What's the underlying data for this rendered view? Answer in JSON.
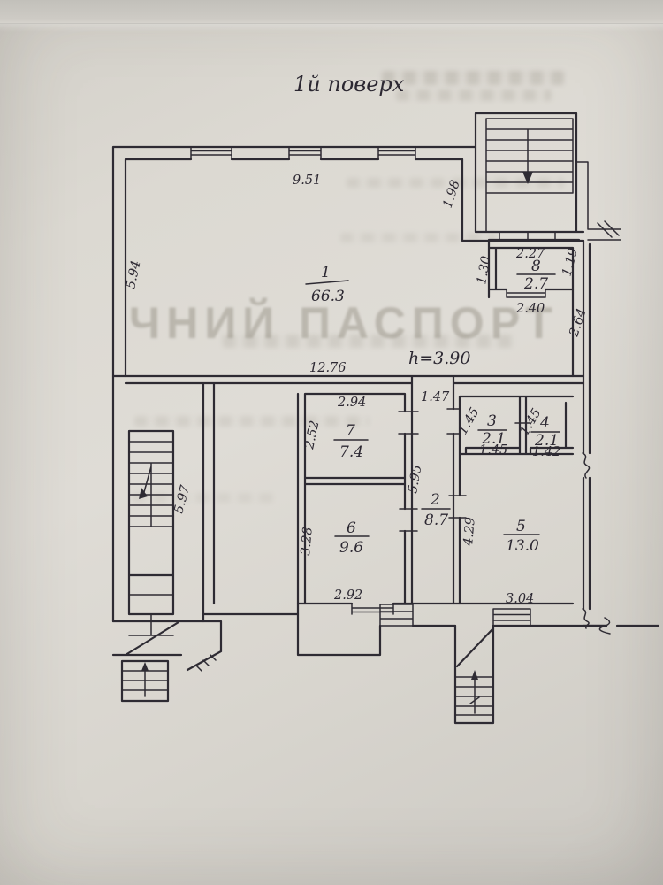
{
  "document": {
    "floor_title": "1й поверх",
    "watermark": "ЧНИЙ ПАСПОРТ",
    "height_note": "h=3.90"
  },
  "rooms": [
    {
      "number": "1",
      "area": "66.3"
    },
    {
      "number": "2",
      "area": "8.7"
    },
    {
      "number": "3",
      "area": "2.1"
    },
    {
      "number": "4",
      "area": "2.1"
    },
    {
      "number": "5",
      "area": "13.0"
    },
    {
      "number": "6",
      "area": "9.6"
    },
    {
      "number": "7",
      "area": "7.4"
    },
    {
      "number": "8",
      "area": "2.7"
    }
  ],
  "dimensions": {
    "top_wall": "9.51",
    "upper_passage": "1.98",
    "left_wall": "5.94",
    "room1_width": "12.76",
    "room8_top": "2.27",
    "room8_bottom": "2.40",
    "room8_left": "1.30",
    "room8_right": "1.19",
    "right_wall": "2.64",
    "room7_top": "2.94",
    "hall_door": "1.47",
    "room7_left": "2.52",
    "room3_left": "1.45",
    "room3_bottom": "1.45",
    "room4_left": "1.45",
    "room4_bottom": "1.42",
    "corridor_length": "5.95",
    "left_stair": "5.97",
    "room5_left": "4.29",
    "room6_left": "3.28",
    "room6_bottom": "2.92",
    "room5_bottom": "3.04"
  }
}
